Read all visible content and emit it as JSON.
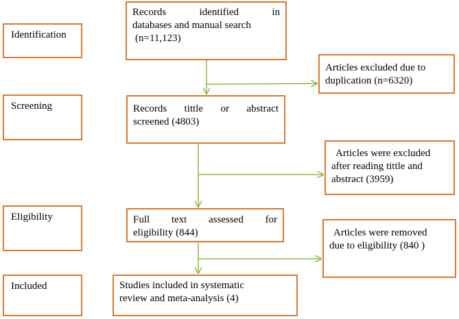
{
  "stages": {
    "identification": "Identification",
    "screening": "Screening",
    "eligibility": "Eligibility",
    "included": "Included"
  },
  "main_boxes": {
    "records_identified": {
      "line1": "Records identified in",
      "line2": "databases and manual search",
      "line3": "(n=11,123)"
    },
    "records_screened": {
      "line1": "Records tittle or abstract",
      "line2": "screened (4803)"
    },
    "full_text": {
      "line1": "Full text assessed for",
      "line2": "eligibility (844)"
    },
    "studies_included": {
      "line1": "Studies included in systematic",
      "line2": "review and meta-analysis (4)"
    }
  },
  "exclusion_boxes": {
    "duplicates": {
      "line1": "Articles excluded due to",
      "line2": "duplication (n=6320)"
    },
    "title_abstract": {
      "line1": "Articles were excluded",
      "line2": "after reading tittle and",
      "line3": "abstract (3959)"
    },
    "eligibility_removed": {
      "line1": "Articles were removed",
      "line2": "due to eligibility (840 )"
    }
  },
  "colors": {
    "box_border": "#d9792f",
    "arrow": "#8cba3a"
  }
}
